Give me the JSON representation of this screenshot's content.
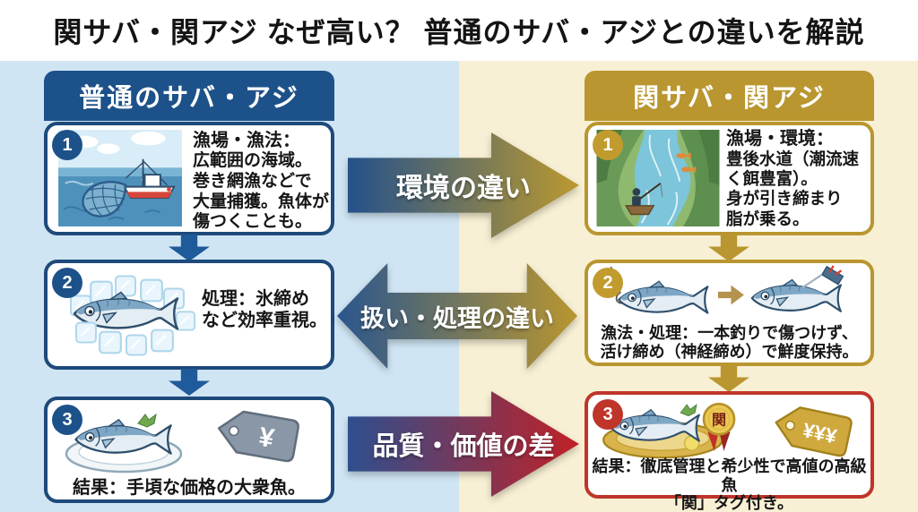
{
  "title": "関サバ・関アジ なぜ高い？ 普通のサバ・アジとの違いを解説",
  "left_column": {
    "header": "普通のサバ・アジ",
    "steps": [
      {
        "number": "1",
        "title": "漁場・漁法：",
        "body": "広範囲の海域。\n巻き網漁などで\n大量捕獲。魚体が\n傷つくことも。"
      },
      {
        "number": "2",
        "body": "処理：氷締め\nなど効率重視。"
      },
      {
        "number": "3",
        "body": "結果：手頃な価格の大衆魚。",
        "price_tag": "¥"
      }
    ]
  },
  "right_column": {
    "header": "関サバ・関アジ",
    "steps": [
      {
        "number": "1",
        "title": "漁場・環境：",
        "body": "豊後水道（潮流速\nく餌豊富）。\n身が引き締まり\n脂が乗る。"
      },
      {
        "number": "2",
        "body": "漁法・処理：一本釣りで傷つけず、\n活け締め（神経締め）で鮮度保持。"
      },
      {
        "number": "3",
        "body": "結果：徹底管理と希少性で高値の高級魚\n「関」タグ付き。",
        "medal": "関",
        "price_tag": "¥¥¥"
      }
    ]
  },
  "center_arrows": [
    {
      "label": "環境の違い",
      "direction": "right"
    },
    {
      "label": "扱い・処理の違い",
      "direction": "both"
    },
    {
      "label": "品質・価値の差",
      "direction": "right"
    }
  ],
  "colors": {
    "left_accent": "#1d5189",
    "right_accent": "#b9962f",
    "result_accent": "#bf352a",
    "arrow_red": "#c02127",
    "bg_left": "#cfe5f3",
    "bg_right": "#f8f0d4"
  }
}
